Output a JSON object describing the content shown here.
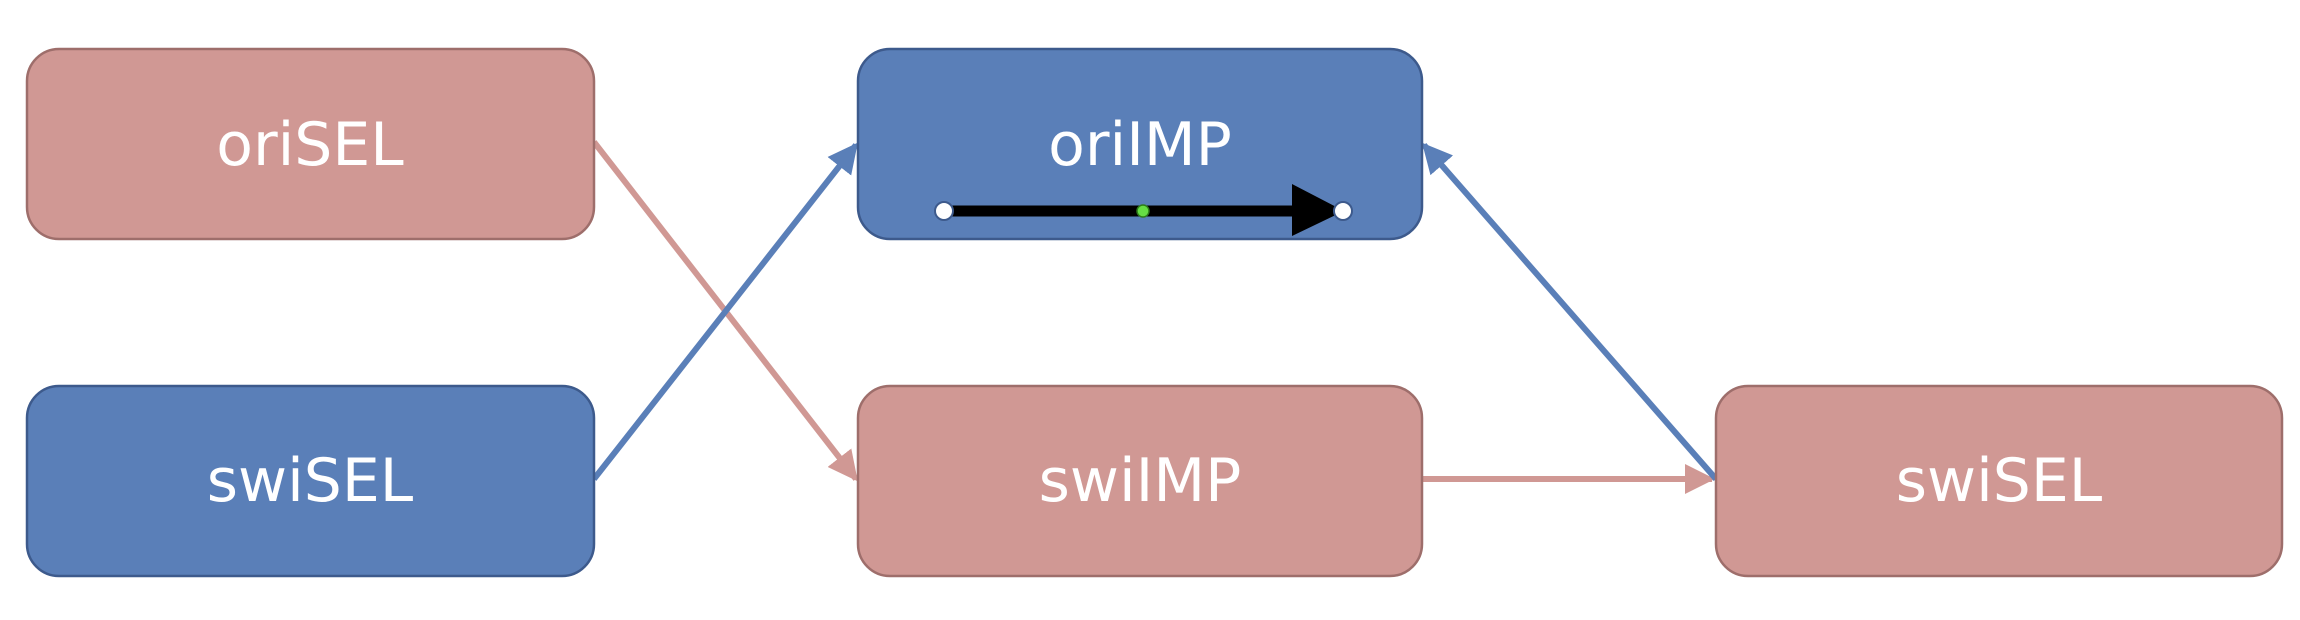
{
  "colors": {
    "pink_fill": "#D09894",
    "pink_stroke": "#9E6E6B",
    "blue_fill": "#5A7FB8",
    "blue_stroke": "#3D5A8C",
    "pink_arrow": "#D09894",
    "blue_arrow": "#5A7FB8",
    "selected_arrow": "#000000",
    "handle_endpoint": "#ffffff",
    "handle_midpoint": "#66DD44"
  },
  "nodes": {
    "ori_sel": {
      "label": "oriSEL",
      "color": "pink"
    },
    "swi_sel_left": {
      "label": "swiSEL",
      "color": "blue"
    },
    "ori_imp": {
      "label": "oriIMP",
      "color": "blue"
    },
    "swi_imp": {
      "label": "swiIMP",
      "color": "pink"
    },
    "swi_sel_right": {
      "label": "swiSEL",
      "color": "pink"
    }
  },
  "edges": [
    {
      "from": "ori_sel",
      "to": "swi_imp",
      "color": "pink"
    },
    {
      "from": "swi_sel_left",
      "to": "ori_imp",
      "color": "blue"
    },
    {
      "from": "swi_imp",
      "to": "swi_sel_right",
      "color": "pink"
    },
    {
      "from": "swi_sel_right",
      "to": "ori_imp",
      "color": "blue"
    }
  ],
  "selected_connector": {
    "state": "selected",
    "icon": "arrow-right-icon"
  }
}
